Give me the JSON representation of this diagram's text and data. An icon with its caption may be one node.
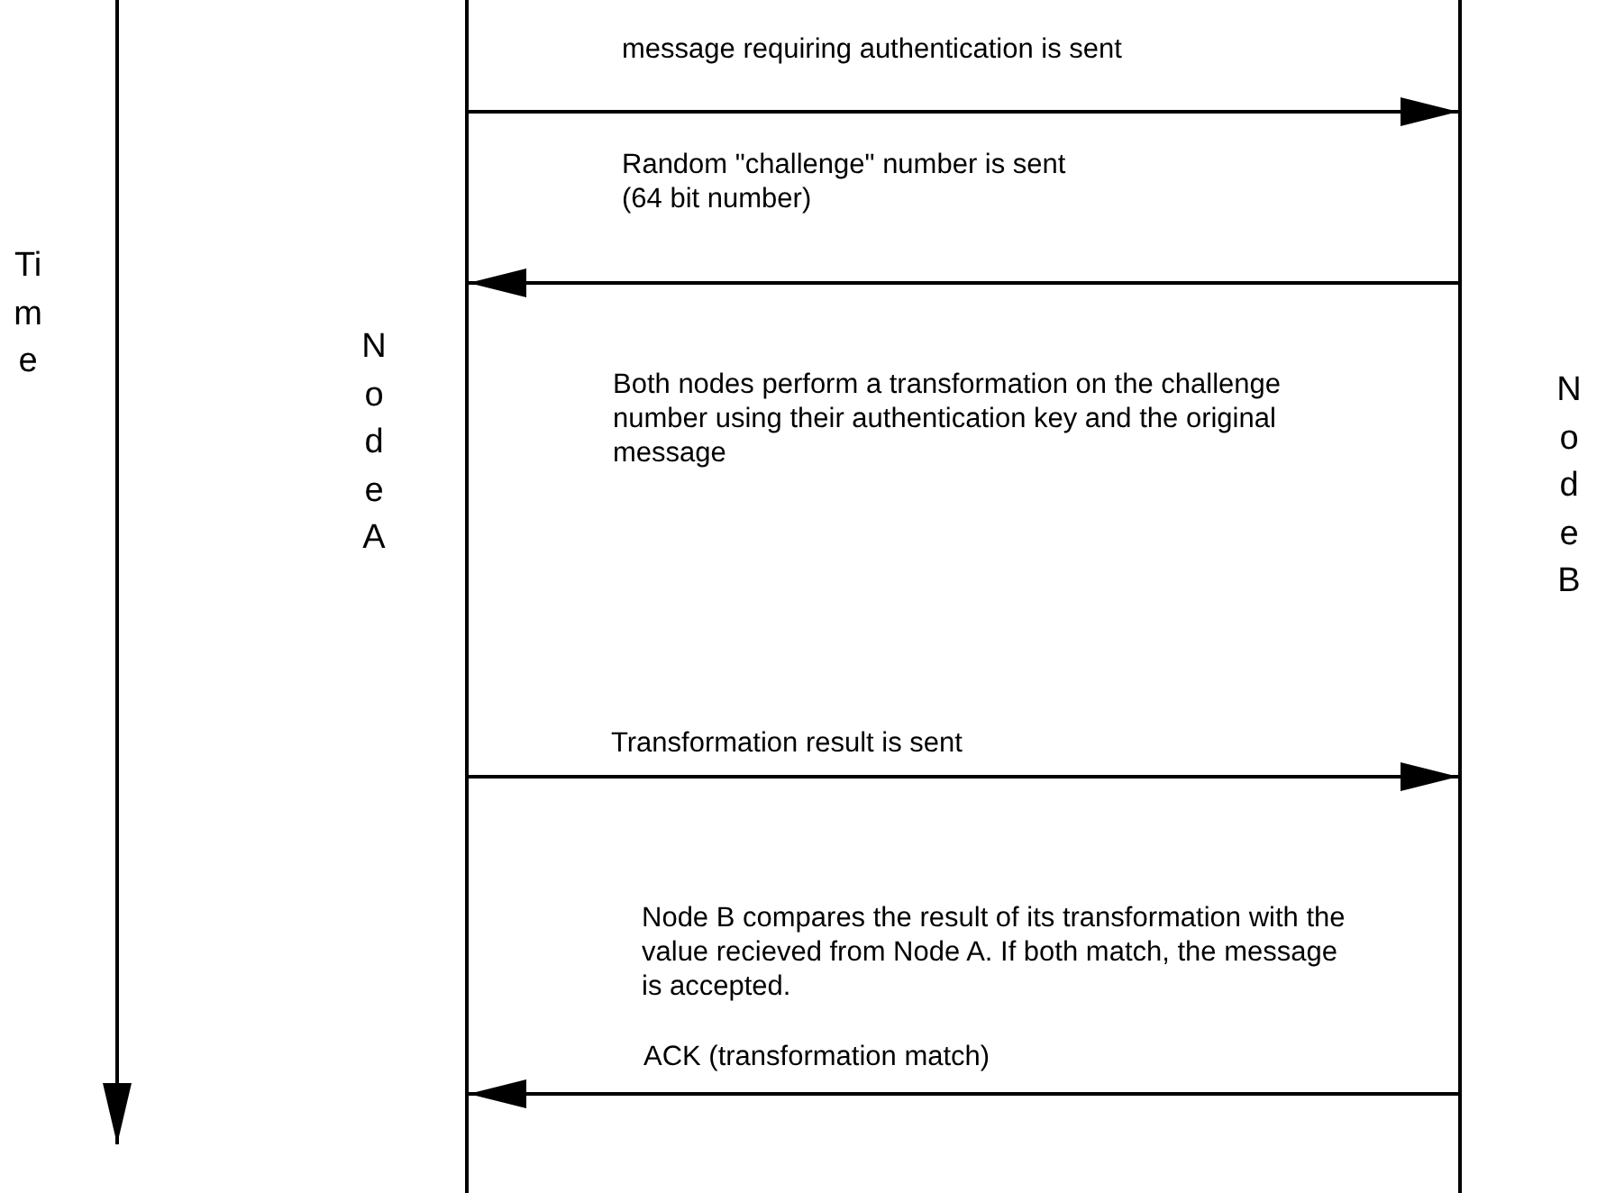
{
  "diagram": {
    "nodes": [
      {
        "text": [
          "Node A"
        ]
      },
      {
        "text": [
          "Node B"
        ]
      }
    ],
    "edges": [
      {
        "from": 0,
        "to": 1,
        "arrow": "to",
        "label": "message requiring authentication is sent"
      },
      {
        "from": 1,
        "to": 0,
        "arrow": "to",
        "label": "Random \"challenge\" number is sent (64 bit number)"
      },
      {
        "from": 0,
        "to": 1,
        "arrow": "to",
        "label": "Transformation result is sent"
      },
      {
        "from": 1,
        "to": 0,
        "arrow": "to",
        "label": "ACK (transformation match)"
      }
    ],
    "labels": [
      "Time",
      "Both nodes perform a transformation on the challenge number using their authentication key and the original message",
      "Node B compares the result of its transformation with the value recieved from Node A.  If both match, the message is accepted."
    ]
  }
}
